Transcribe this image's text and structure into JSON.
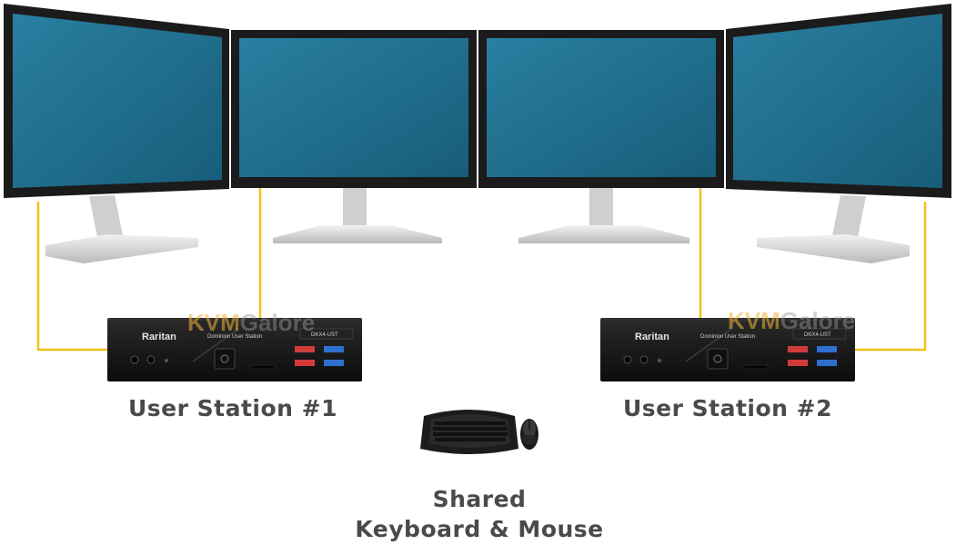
{
  "stations": [
    {
      "label": "User Station #1",
      "brand": "Raritan",
      "subtitle": "Dominion User Station",
      "model": "DKX4-UST"
    },
    {
      "label": "User Station #2",
      "brand": "Raritan",
      "subtitle": "Dominion User Station",
      "model": "DKX4-UST"
    }
  ],
  "shared": {
    "line1": "Shared",
    "line2": "Keyboard & Mouse"
  },
  "watermark": {
    "part1": "KVM",
    "part2": "Galore"
  },
  "colors": {
    "cable": "#f2c21a",
    "screen": "#1f6e8e",
    "bezel": "#1b1b1b",
    "stand": "#d8d8d8",
    "device": "#161616",
    "usb_red": "#d23b3b",
    "usb_blue": "#2f6fd0",
    "label": "#4a4a4a"
  }
}
